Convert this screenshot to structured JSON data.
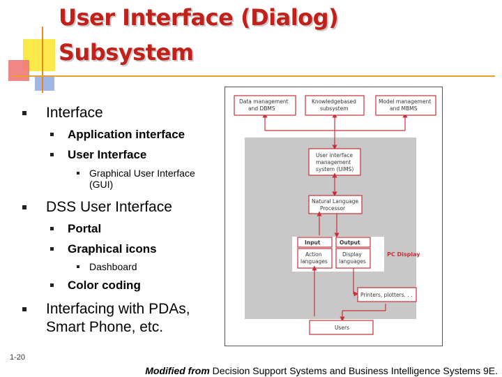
{
  "title": {
    "line1": "User Interface (Dialog)",
    "line2": "Subsystem"
  },
  "bullets": {
    "interface": "Interface",
    "application_interface": "Application interface",
    "user_interface": "User Interface",
    "gui": "Graphical User Interface",
    "gui2": "(GUI)",
    "dss_ui": "DSS User Interface",
    "portal": "Portal",
    "graphical_icons": "Graphical icons",
    "dashboard": "Dashboard",
    "color_coding": "Color coding",
    "pda1": "Interfacing with PDAs,",
    "pda2": "Smart Phone, etc."
  },
  "diagram": {
    "data_mgmt_1": "Data management",
    "data_mgmt_2": "and DBMS",
    "kb_1": "Knowledgebased",
    "kb_2": "subsystem",
    "model_1": "Model management",
    "model_2": "and MBMS",
    "uims_1": "User interface",
    "uims_2": "management",
    "uims_3": "system (UIMS)",
    "nlp_1": "Natural Language",
    "nlp_2": "Processor",
    "input": "Input",
    "output": "Output",
    "action_1": "Action",
    "action_2": "languages",
    "display_1": "Display",
    "display_2": "languages",
    "pc_display": "PC Display",
    "printers": "Printers, plotters. . .",
    "users": "Users"
  },
  "footer": {
    "page": "1-20",
    "modified": "Modified from",
    "source": " Decision Support Systems and Business Intelligence Systems 9E."
  },
  "colors": {
    "title": "#c0211a",
    "box_border": "#c9303a",
    "gray_panel": "#c8c8c8"
  }
}
